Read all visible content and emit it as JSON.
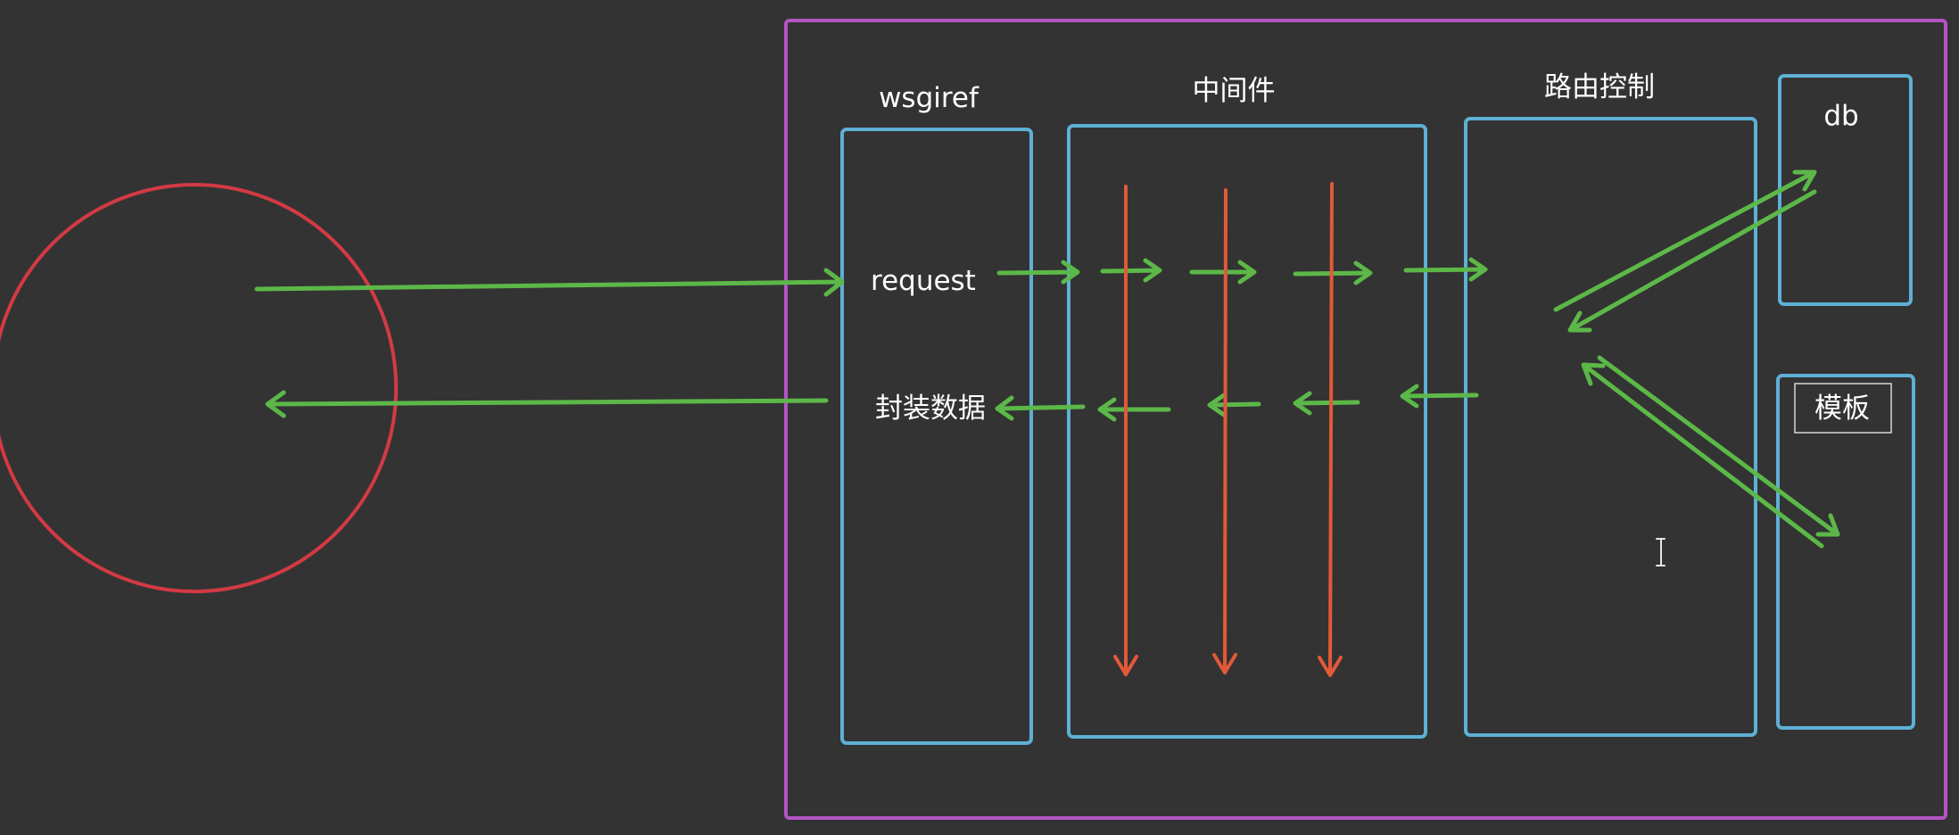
{
  "labels": {
    "wsgiref": "wsgiref",
    "middleware": "中间件",
    "routing": "路由控制",
    "db": "db",
    "template": "模板",
    "request": "request",
    "response": "封装数据"
  },
  "colors": {
    "background": "#333333",
    "outer_frame": "#b455c4",
    "module_box": "#5eb0d4",
    "client": "#d33a44",
    "flow_arrow": "#5cb848",
    "middleware_arrow": "#e2593a",
    "text": "#ffffff"
  }
}
